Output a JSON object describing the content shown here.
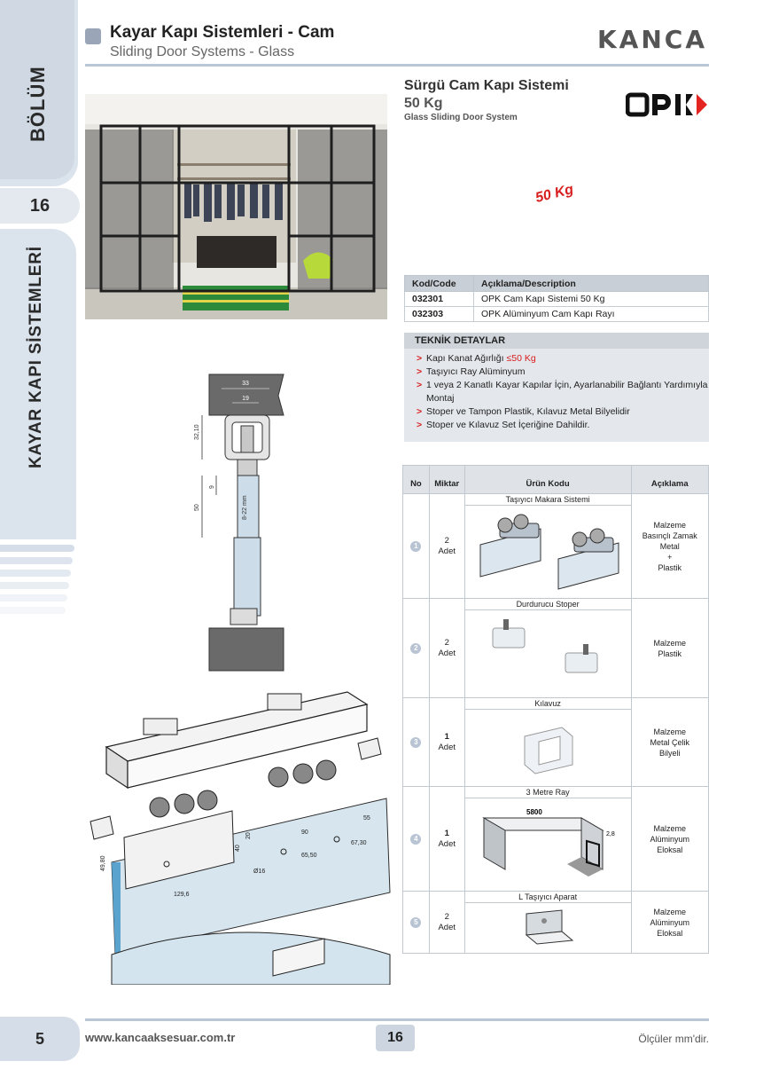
{
  "sidebar": {
    "section_label": "BÖLÜM",
    "section_number": "16",
    "category_label": "KAYAR KAPI SİSTEMLERİ",
    "page_number": "5"
  },
  "header": {
    "title": "Kayar Kapı Sistemleri - Cam",
    "subtitle": "Sliding Door Systems - Glass",
    "brand_logo": "KANCA"
  },
  "product": {
    "title": "Sürgü Cam Kapı Sistemi",
    "capacity": "50 Kg",
    "subtitle": "Glass Sliding Door System",
    "brand_logo": "OPIK",
    "badge": "50 Kg"
  },
  "code_table": {
    "headers": [
      "Kod/Code",
      "Açıklama/Description"
    ],
    "rows": [
      {
        "code": "032301",
        "desc": "OPK Cam Kapı Sistemi 50 Kg"
      },
      {
        "code": "032303",
        "desc": "OPK Alüminyum Cam Kapı Rayı"
      }
    ]
  },
  "tech": {
    "heading": "TEKNİK DETAYLAR",
    "item1_prefix": "Kapı Kanat Ağırlığı ",
    "item1_value": "≤50 Kg",
    "item2": "Taşıyıcı Ray Alüminyum",
    "item3": "1 veya 2 Kanatlı Kayar Kapılar İçin, Ayarlanabilir Bağlantı Yardımıyla Montaj",
    "item4": "Stoper ve Tampon Plastik, Kılavuz Metal Bilyelidir",
    "item5": "Stoper ve Kılavuz Set İçeriğine Dahildir.",
    "arrow": ">"
  },
  "parts_table": {
    "headers": {
      "no": "No",
      "qty": "Miktar",
      "code": "Ürün Kodu",
      "desc": "Açıklama"
    },
    "rows": [
      {
        "no": "1",
        "qty_n": "2",
        "qty_u": "Adet",
        "name": "Taşıyıcı Makara Sistemi",
        "d1": "Malzeme",
        "d2": "Basınçlı Zamak",
        "d3": "Metal",
        "d4": "+",
        "d5": "Plastik"
      },
      {
        "no": "2",
        "qty_n": "2",
        "qty_u": "Adet",
        "name": "Durdurucu Stoper",
        "d1": "Malzeme",
        "d2": "Plastik"
      },
      {
        "no": "3",
        "qty_n": "1",
        "qty_u": "Adet",
        "name": "Kılavuz",
        "d1": "Malzeme",
        "d2": "Metal Çelik",
        "d3": "Bilyeli"
      },
      {
        "no": "4",
        "qty_n": "1",
        "qty_u": "Adet",
        "name": "3 Metre Ray",
        "d1": "Malzeme",
        "d2": "Alüminyum",
        "d3": "Eloksal",
        "dim_len": "5800",
        "dim_th": "2,8"
      },
      {
        "no": "5",
        "qty_n": "2",
        "qty_u": "Adet",
        "name": "L Taşıyıcı Aparat",
        "d1": "Malzeme",
        "d2": "Alüminyum",
        "d3": "Eloksal"
      }
    ]
  },
  "section_drawing": {
    "dims": {
      "a": "33",
      "b": "19",
      "c": "32,10",
      "d": "9",
      "e": "50",
      "f": "8-22 mm"
    }
  },
  "iso_drawing": {
    "dims": {
      "a": "49,80",
      "b": "40",
      "c": "20",
      "d": "90",
      "e": "55",
      "f": "67,30",
      "g": "65,50",
      "h": "Ø16",
      "i": "129,6"
    }
  },
  "footer": {
    "url": "www.kancaaksesuar.com.tr",
    "page": "16",
    "note": "Ölçüler mm'dir."
  }
}
